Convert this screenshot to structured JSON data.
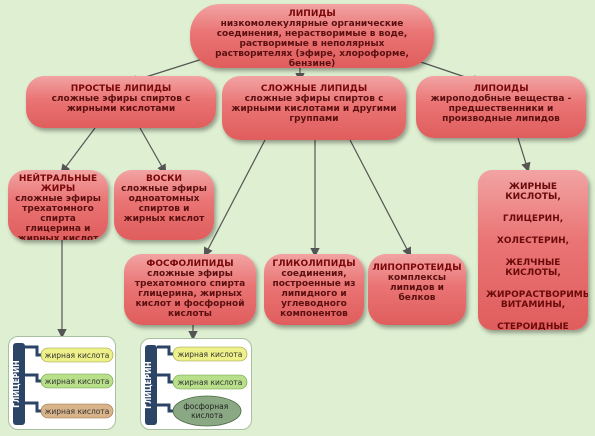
{
  "nodes": {
    "lipids": {
      "title": "ЛИПИДЫ",
      "desc": "низкомолекулярные органические соединения, нерастворимые в воде,  растворимые в неполярных растворителях (эфире, хлороформе, бензине)"
    },
    "simple": {
      "title": "ПРОСТЫЕ ЛИПИДЫ",
      "desc": "сложные эфиры спиртов с жирными кислотами"
    },
    "complex": {
      "title": "СЛОЖНЫЕ ЛИПИДЫ",
      "desc": "сложные эфиры спиртов с жирными кислотами и другими группами"
    },
    "lipoids": {
      "title": "ЛИПОИДЫ",
      "desc": "жироподобные вещества - предшественники и производные липидов"
    },
    "neutral": {
      "title": "НЕЙТРАЛЬНЫЕ ЖИРЫ",
      "desc": "сложные эфиры трехатомного спирта глицерина и жирных кислот"
    },
    "waxes": {
      "title": "ВОСКИ",
      "desc": "сложные эфиры одноатомных спиртов и  жирных кислот"
    },
    "phospholipids": {
      "title": "ФОСФОЛИПИДЫ",
      "desc": "сложные эфиры трехатомного спирта глицерина, жирных кислот и фосфорной кислоты"
    },
    "glycolipids": {
      "title": "ГЛИКОЛИПИДЫ",
      "desc": "соединения, построенные из липидного и углеводного компонентов"
    },
    "lipoproteins": {
      "title": "ЛИПОПРОТЕИДЫ",
      "desc": "комплексы липидов и белков"
    }
  },
  "lipoid_list": [
    "ЖИРНЫЕ КИСЛОТЫ,",
    "ГЛИЦЕРИН,",
    "ХОЛЕСТЕРИН,",
    "ЖЕЛЧНЫЕ КИСЛОТЫ,",
    "ЖИРОРАСТВОРИМЫЕ ВИТАМИНЫ,",
    "СТЕРОИДНЫЕ ГОРМОНЫ и др."
  ],
  "struct_fat": {
    "backbone": "ГЛИЦЕРИН",
    "chains": [
      "жирная кислота",
      "жирная кислота",
      "жирная кислота"
    ]
  },
  "struct_phospho": {
    "backbone": "ГЛИЦЕРИН",
    "chains": [
      "жирная кислота",
      "жирная кислота"
    ],
    "phosphate": "фосфорная кислота"
  },
  "colors": {
    "background": "#dff0d2",
    "node_fill": "#e86a6a",
    "title_text": "#7a0808",
    "backbone": "#2c4466",
    "chain_yellow": "#eef08a",
    "chain_green": "#b8e08a",
    "chain_tan": "#d9b48a",
    "phosphate": "#8aa883"
  }
}
